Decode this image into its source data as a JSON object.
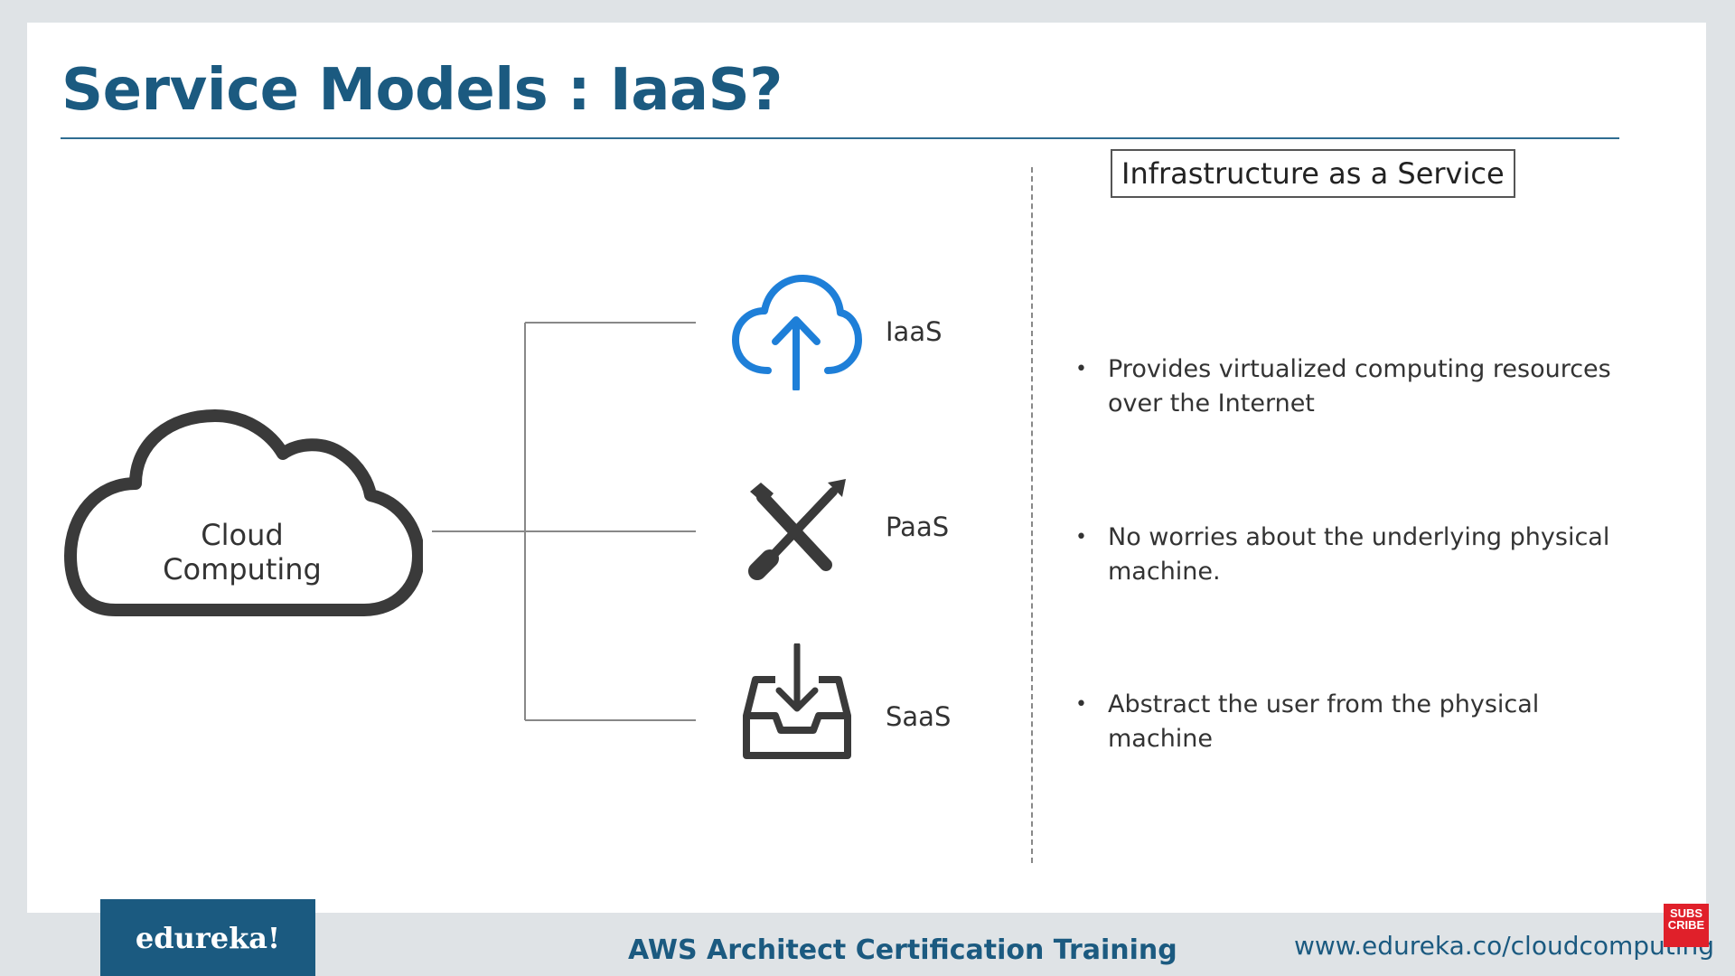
{
  "slide": {
    "title": "Service Models : IaaS?"
  },
  "diagram": {
    "root_label": "Cloud Computing",
    "services": [
      {
        "label": "IaaS",
        "icon": "cloud-upload-icon",
        "color": "#1e7fd8"
      },
      {
        "label": "PaaS",
        "icon": "tools-icon",
        "color": "#3a3a3a"
      },
      {
        "label": "SaaS",
        "icon": "inbox-download-icon",
        "color": "#3a3a3a"
      }
    ]
  },
  "details": {
    "heading": "Infrastructure as a Service",
    "bullets": [
      "Provides virtualized computing resources over the Internet",
      "No worries about the underlying physical machine.",
      "Abstract the user from the physical machine"
    ]
  },
  "footer": {
    "logo": "edureka!",
    "course": "AWS Architect Certification Training",
    "url": "www.edureka.co/cloudcomputing",
    "subscribe_badge": "SUBS CRIBE"
  },
  "colors": {
    "title": "#1b5a80",
    "accent_blue": "#1e7fd8",
    "footer_bar": "#1b5a80"
  }
}
